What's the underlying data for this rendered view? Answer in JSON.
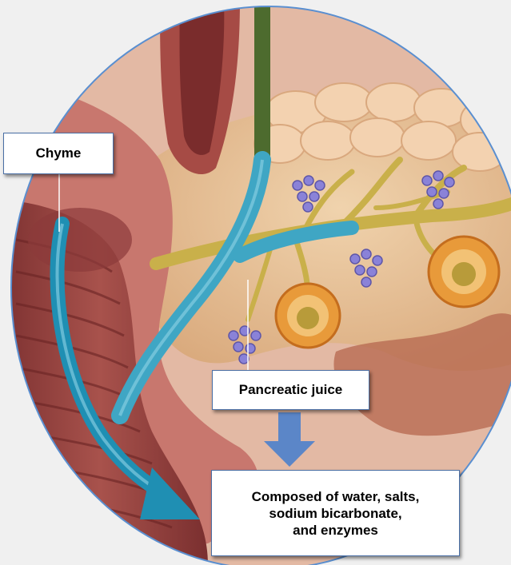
{
  "labels": {
    "chyme": "Chyme",
    "pancreatic_juice": "Pancreatic juice",
    "composition": [
      "Composed of water, salts,",
      "sodium bicarbonate,",
      "and enzymes"
    ]
  },
  "colors": {
    "background": "#f0f0f0",
    "circle_border": "#5a8fd0",
    "intestine_wall": "#c0706a",
    "intestine_muscle": "#8c3a3a",
    "pancreas_tissue": "#e8c49a",
    "pancreas_lobes": "#f2cfa8",
    "duct_yellow": "#c9b04a",
    "duct_blue": "#3fa6c4",
    "bile_duct_green": "#4d6b2e",
    "enzyme_cells": "#8a82d8",
    "acinus_orange": "#e89a3a",
    "arrow_blue": "#1f8fb3",
    "label_border": "#4a6fa5",
    "down_arrow": "#5b86c8"
  },
  "icons": {
    "down_arrow": "arrow-down-icon",
    "flow_arrow": "curved-arrow-icon"
  }
}
